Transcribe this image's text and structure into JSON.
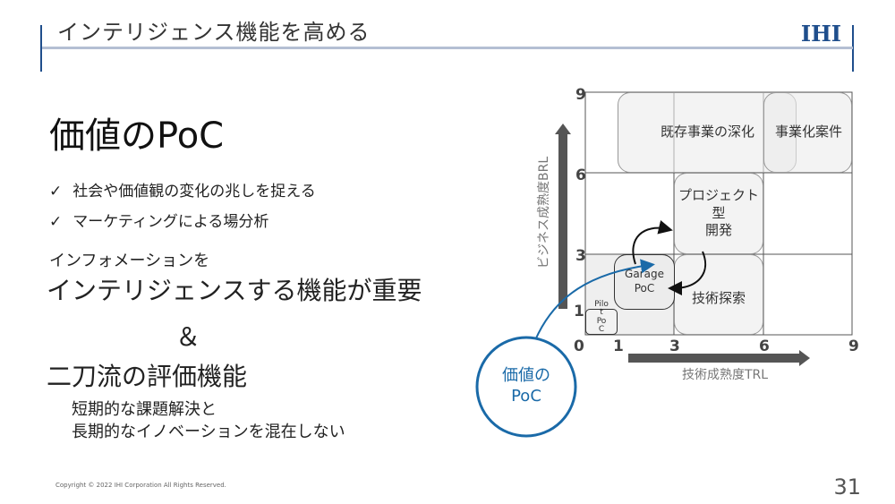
{
  "header": {
    "title": "インテリジェンス機能を高める",
    "logo": "IHI"
  },
  "main": {
    "heading": "価値のPoC",
    "bullets": [
      "社会や価値観の変化の兆しを捉える",
      "マーケティングによる場分析"
    ],
    "check_icon": "✓",
    "line1": "インフォメーションを",
    "line2": "インテリジェンスする機能が重要",
    "ampersand": "＆",
    "line3": "二刀流の評価機能",
    "sub1": "短期的な課題解決と",
    "sub2": "長期的なイノベーションを混在しない"
  },
  "diagram": {
    "y_axis_label": "ビジネス成熟度BRL",
    "x_axis_label": "技術成熟度TRL",
    "x_ticks": [
      "0",
      "1",
      "3",
      "6",
      "9"
    ],
    "y_ticks": [
      "1",
      "3",
      "6",
      "9"
    ],
    "boxes": {
      "existing": "既存事業の深化",
      "commercial": "事業化案件",
      "project": "プロジェクト型\n開発",
      "tech": "技術探索",
      "garage": "Garage\nPoC",
      "pilot": "Pilo\nt\nPo\nC"
    },
    "circle_label": "価値の\nPoC",
    "accent": "#1a6aa8"
  },
  "footer": {
    "copyright": "Copyright © 2022 IHI Corporation All Rights Reserved.",
    "page": "31"
  }
}
